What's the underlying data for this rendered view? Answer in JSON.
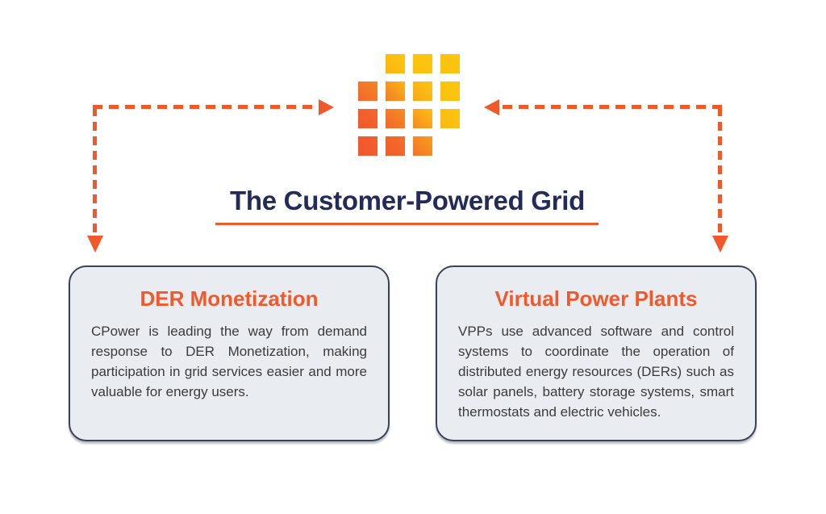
{
  "title": {
    "text": "The Customer-Powered Grid"
  },
  "logo": {
    "name": "energy-grid-logo",
    "cell_size": 24,
    "gap": 10,
    "cells": [
      {
        "row": 0,
        "col": 1,
        "from": "#FBB315",
        "to": "#FDC60D"
      },
      {
        "row": 0,
        "col": 2,
        "from": "#FCC010",
        "to": "#FDC60D"
      },
      {
        "row": 0,
        "col": 3,
        "from": "#FCC010",
        "to": "#FDC60D"
      },
      {
        "row": 1,
        "col": 0,
        "from": "#F1672E",
        "to": "#F58524"
      },
      {
        "row": 1,
        "col": 1,
        "from": "#F37B28",
        "to": "#FBB713"
      },
      {
        "row": 1,
        "col": 2,
        "from": "#F9A81A",
        "to": "#FDC60D"
      },
      {
        "row": 1,
        "col": 3,
        "from": "#FCC010",
        "to": "#FDC60D"
      },
      {
        "row": 2,
        "col": 0,
        "from": "#F1582B",
        "to": "#F2682D"
      },
      {
        "row": 2,
        "col": 1,
        "from": "#F2662D",
        "to": "#F68D21"
      },
      {
        "row": 2,
        "col": 2,
        "from": "#F68A22",
        "to": "#FCBF10"
      },
      {
        "row": 2,
        "col": 3,
        "from": "#FBB813",
        "to": "#FDC60D"
      },
      {
        "row": 3,
        "col": 0,
        "from": "#F1542C",
        "to": "#F2612E"
      },
      {
        "row": 3,
        "col": 1,
        "from": "#F15A2B",
        "to": "#F3702B"
      },
      {
        "row": 3,
        "col": 2,
        "from": "#F3732A",
        "to": "#F99E1A"
      }
    ]
  },
  "cards": [
    {
      "heading": "DER Monetization",
      "body": "CPower is leading the way from demand response to DER Monetization, making participation in grid services easier and more valuable for energy users."
    },
    {
      "heading": "Virtual Power Plants",
      "body": "VPPs use advanced software and control systems to coordinate the operation of distributed energy resources (DERs) such as solar panels, battery storage systems, smart thermostats and electric vehicles."
    }
  ],
  "colors": {
    "accent": "#F1592B",
    "navy": "#232B5B",
    "card_bg": "#E9EDF2",
    "card_border": "#3A4456",
    "body_text": "#3B3B3B"
  }
}
